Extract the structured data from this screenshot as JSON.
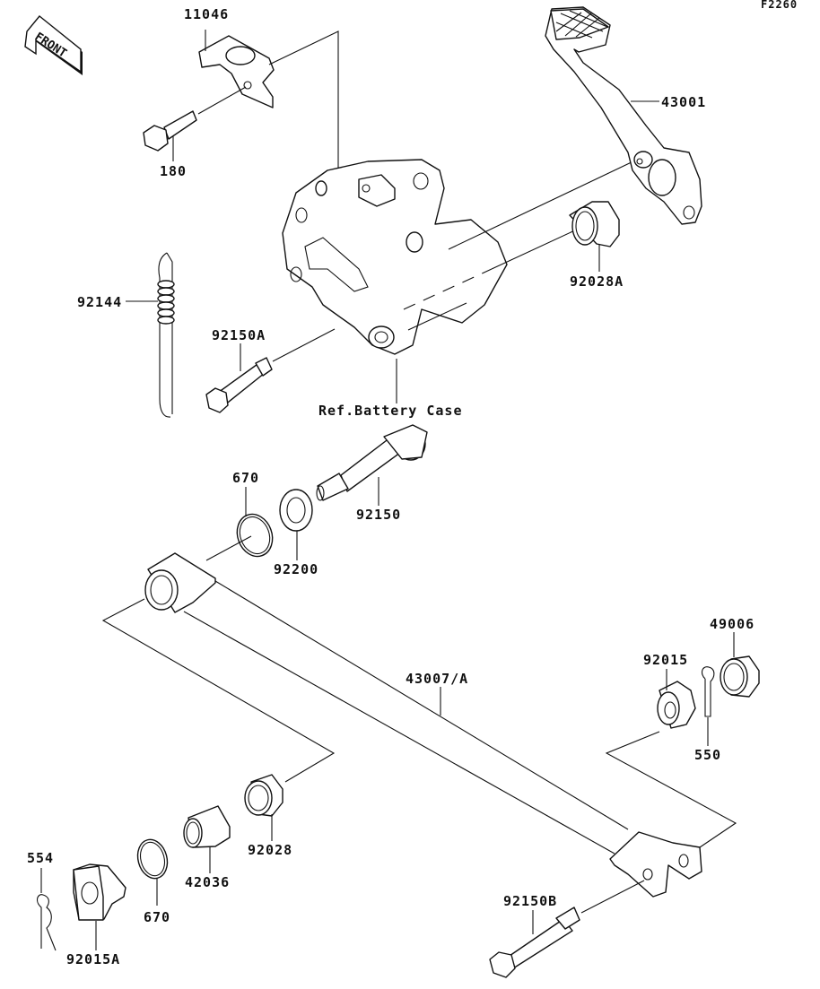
{
  "diagram": {
    "figure_code": "F2260",
    "front_indicator": "FRONT",
    "reference_note": "Ref.Battery Case",
    "parts": {
      "p11046": "11046",
      "p180": "180",
      "p43001": "43001",
      "p92028A": "92028A",
      "p92144": "92144",
      "p92150A": "92150A",
      "p670_upper": "670",
      "p92200": "92200",
      "p92150": "92150",
      "p43007A": "43007/A",
      "p49006": "49006",
      "p92015": "92015",
      "p550": "550",
      "p92028": "92028",
      "p42036": "42036",
      "p554": "554",
      "p670_lower": "670",
      "p92015A": "92015A",
      "p92150B": "92150B"
    }
  }
}
